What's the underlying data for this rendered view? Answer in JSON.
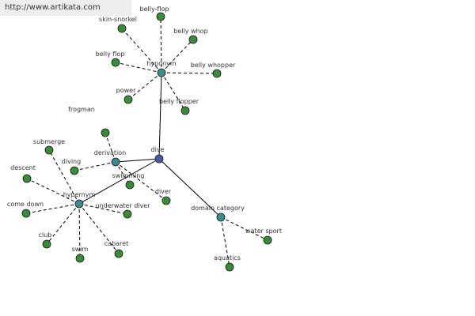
{
  "header": {
    "url": "http://www.artikata.com"
  },
  "colors": {
    "center": "#4a57a8",
    "relation": "#3e8a8a",
    "leaf": "#3b8a3b",
    "stroke": "#1a1a1a"
  },
  "graph": {
    "center": "dive",
    "relations": [
      {
        "id": "hyponym",
        "label": "hyponym"
      },
      {
        "id": "derivation",
        "label": "derivation"
      },
      {
        "id": "hypernym",
        "label": "hypernym"
      },
      {
        "id": "domain",
        "label": "domain category"
      }
    ],
    "leaves": [
      {
        "id": "belly-flop-1",
        "label": "belly-flop",
        "relation": "hyponym"
      },
      {
        "id": "skin-snorkel",
        "label": "skin-snorkel",
        "relation": "hyponym"
      },
      {
        "id": "belly-whop",
        "label": "belly whop",
        "relation": "hyponym"
      },
      {
        "id": "belly-flop-2",
        "label": "belly flop",
        "relation": "hyponym"
      },
      {
        "id": "belly-whopper",
        "label": "belly whopper",
        "relation": "hyponym"
      },
      {
        "id": "power",
        "label": "power",
        "relation": "hyponym"
      },
      {
        "id": "belly-flopper",
        "label": "belly flopper",
        "relation": "hyponym"
      },
      {
        "id": "frogman",
        "label": "frogman",
        "relation": "derivation"
      },
      {
        "id": "diving",
        "label": "diving",
        "relation": "derivation"
      },
      {
        "id": "swimming",
        "label": "swimming",
        "relation": "derivation"
      },
      {
        "id": "diver",
        "label": "diver",
        "relation": "derivation"
      },
      {
        "id": "submerge",
        "label": "submerge",
        "relation": "hypernym"
      },
      {
        "id": "descent",
        "label": "descent",
        "relation": "hypernym"
      },
      {
        "id": "come-down",
        "label": "come down",
        "relation": "hypernym"
      },
      {
        "id": "underwater-diver",
        "label": "underwater diver",
        "relation": "hypernym"
      },
      {
        "id": "club",
        "label": "club",
        "relation": "hypernym"
      },
      {
        "id": "swim",
        "label": "swim",
        "relation": "hypernym"
      },
      {
        "id": "cabaret",
        "label": "cabaret",
        "relation": "hypernym"
      },
      {
        "id": "water-sport",
        "label": "water sport",
        "relation": "domain"
      },
      {
        "id": "aquatics",
        "label": "aquatics",
        "relation": "domain"
      }
    ]
  }
}
